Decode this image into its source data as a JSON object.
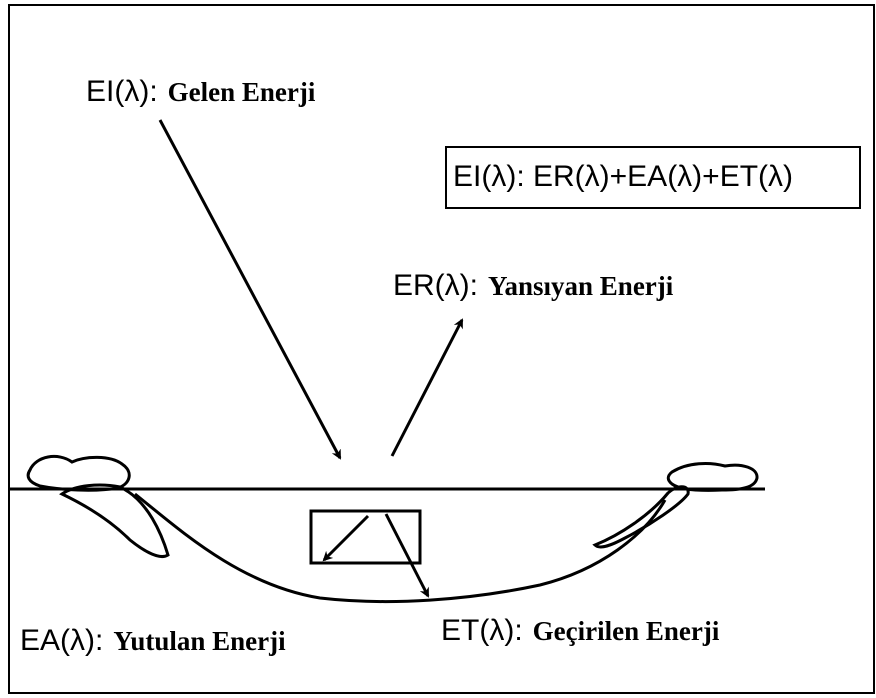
{
  "formula": "EI(λ): ER(λ)+EA(λ)+ET(λ)",
  "labels": {
    "incident": {
      "symbol": "EI(λ):",
      "text": "Gelen Enerji"
    },
    "reflected": {
      "symbol": "ER(λ):",
      "text": "Yansıyan Enerji"
    },
    "absorbed": {
      "symbol": "EA(λ):",
      "text": "Yutulan Enerji"
    },
    "transmitted": {
      "symbol": "ET(λ):",
      "text": "Geçirilen Enerji"
    }
  }
}
